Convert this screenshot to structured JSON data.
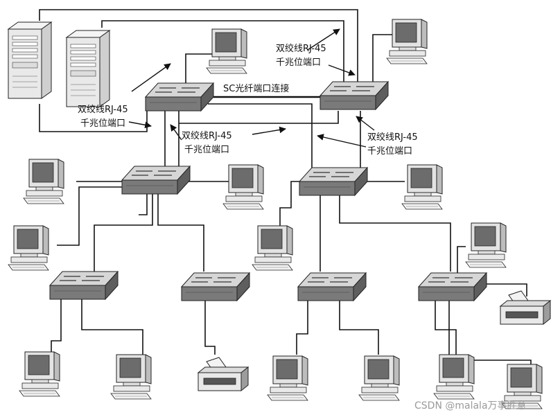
{
  "labels": {
    "cable_label_top_right": "双绞线RJ-45",
    "port_label_top_right": "千兆位端口",
    "fiber_link_label": "SC光纤端口连接",
    "cable_label_left": "双绞线RJ-45",
    "port_label_left": "千兆位端口",
    "cable_label_middle": "双绞线RJ-45",
    "port_label_middle": "千兆位端口",
    "cable_label_right": "双绞线RJ-45",
    "port_label_right": "千兆位端口"
  },
  "watermark": "CSDN @malala万事胜意",
  "icons": {
    "server": "server-tower-icon",
    "switch": "network-switch-icon",
    "workstation": "desktop-computer-icon",
    "printer": "printer-icon"
  },
  "colors": {
    "line": "#111111",
    "switch_fill": "#777777",
    "device_fill": "#eeeeee"
  }
}
